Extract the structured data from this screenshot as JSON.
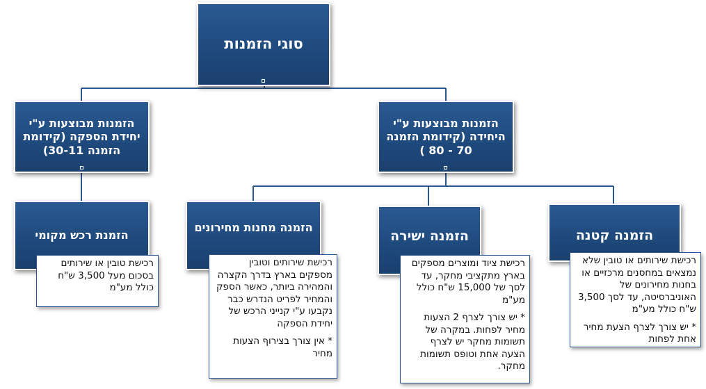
{
  "colors": {
    "box_fill": "#1f4a7e",
    "box_border": "#ffffff",
    "connector": "#2b5791",
    "note_border": "#2b5791"
  },
  "root": {
    "title": "סוגי הזמנות"
  },
  "level1": {
    "by_unit": "הזמנות מבוצעות ע\"י היחידה (קידומת הזמנה 70 - 80 )",
    "by_supply_unit": "הזמנות מבוצעות ע\"י יחידת הספקה (קידומת הזמנה 30-11)"
  },
  "level2": {
    "small_order": "הזמנה קטנה",
    "direct_order": "הזמנה ישירה",
    "price_store_order": "הזמנה מחנות מחירונים",
    "local_purchase_order": "הזמנת רכש מקומי"
  },
  "notes": {
    "small_order": [
      "רכישת שירותים או טובין שלא נמצאים במחסנים מרכזיים או בחנות מחירונים של האוניברסיטה, עד לסך 3,500 ש\"ח כולל מע\"מ",
      "* יש צורך לצרף הצעת מחיר אחת לפחות"
    ],
    "direct_order": [
      "רכישת ציוד ומוצרים מספקים בארץ מתקציבי מחקר, עד לסך של 15,000 ש\"ח כולל מע\"מ",
      "* יש צורך לצרף 2 הצעות מחיר לפחות. במקרה של תשומות מחקר יש לצרף הצעה אחת וטופס תשומות מחקר."
    ],
    "price_store_order": [
      "רכישת שירותים וטובין מספקים בארץ בדרך הקצרה והמהירה ביותר, כאשר הספק והמחיר לפריט הנדרש כבר נקבעו ע\"י קנייני הרכש של יחידת הספקה",
      "* אין צורך בצירוף הצעות מחיר"
    ],
    "local_purchase_order": [
      "רכישת טובין או שירותים בסכום מעל 3,500 ש\"ח כולל מע\"מ"
    ]
  }
}
